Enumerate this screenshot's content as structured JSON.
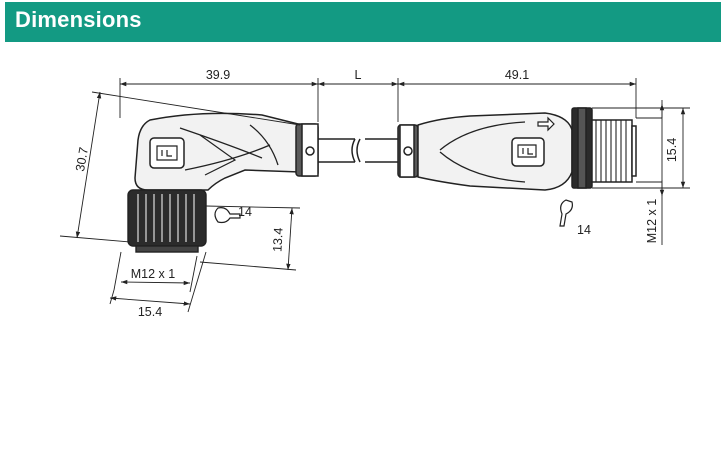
{
  "header": {
    "title": "Dimensions",
    "background": "#139a83"
  },
  "dimensions": {
    "top_left_length": "39.9",
    "cable_length": "L",
    "top_right_length": "49.1",
    "overall_height_left": "30.7",
    "wrench_size_left": "14",
    "nut_height_left": "13.4",
    "thread_left": "M12 x 1",
    "nut_width_left": "15.4",
    "wrench_size_right": "14",
    "height_right": "15.4",
    "thread_right": "M12 x 1"
  }
}
